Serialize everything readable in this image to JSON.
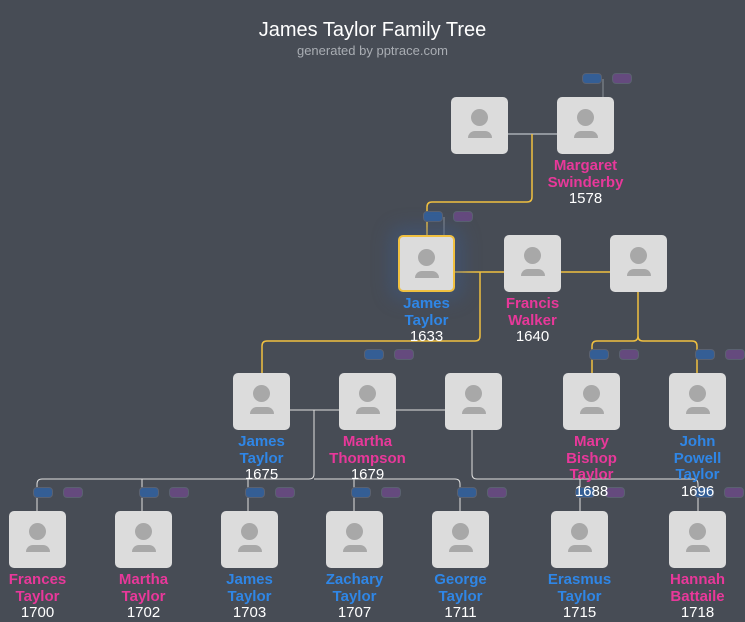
{
  "header": {
    "title": "James Taylor Family Tree",
    "subtitle": "generated by pptrace.com"
  },
  "colors": {
    "background": "#474c55",
    "female": "#e8389a",
    "male": "#2f86e6",
    "lineage": "#f0c040",
    "selected_border": "#f0c040"
  },
  "people": [
    {
      "name": "Margaret Swinderby",
      "year": "1578",
      "gender": "female"
    },
    {
      "name": "James Taylor",
      "year": "1633",
      "gender": "male",
      "selected": true
    },
    {
      "name": "Francis Walker",
      "year": "1640",
      "gender": "female"
    },
    {
      "name": "James Taylor",
      "year": "1675",
      "gender": "male"
    },
    {
      "name": "Martha Thompson",
      "year": "1679",
      "gender": "female"
    },
    {
      "name": "Mary Bishop Taylor",
      "year": "1688",
      "gender": "female"
    },
    {
      "name": "John Powell Taylor",
      "year": "1696",
      "gender": "male"
    },
    {
      "name": "Frances Taylor",
      "year": "1700",
      "gender": "female"
    },
    {
      "name": "Martha Taylor",
      "year": "1702",
      "gender": "female"
    },
    {
      "name": "James Taylor",
      "year": "1703",
      "gender": "male"
    },
    {
      "name": "Zachary Taylor",
      "year": "1707",
      "gender": "male"
    },
    {
      "name": "George Taylor",
      "year": "1711",
      "gender": "male"
    },
    {
      "name": "Erasmus Taylor",
      "year": "1715",
      "gender": "male"
    },
    {
      "name": "Hannah Battaile",
      "year": "1718",
      "gender": "female"
    }
  ]
}
